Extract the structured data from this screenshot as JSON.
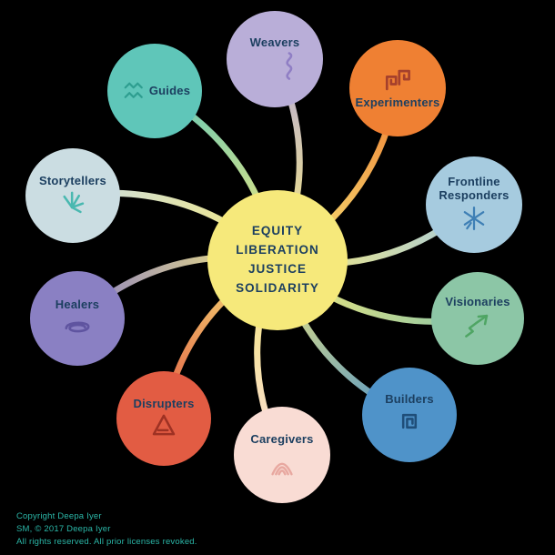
{
  "title": "Social change ecosystem map",
  "colors": {
    "background": "#000000",
    "label": "#1C3F60"
  },
  "center": {
    "lines": [
      "EQUITY",
      "LIBERATION",
      "JUSTICE",
      "SOLIDARITY"
    ],
    "color": "#F6E97B",
    "text_color": "#1C3F60"
  },
  "roles": [
    {
      "label": "Weavers",
      "color": "#B9AED8",
      "icon": "weavers-squiggle-icon",
      "icon_color": "#8F7EC4"
    },
    {
      "label": "Experimenters",
      "color": "#EF8033",
      "icon": "experimenters-maze-icon",
      "icon_color": "#A5402C"
    },
    {
      "label": "Frontline Responders",
      "color": "#A6CBDF",
      "icon": "frontline-burst-icon",
      "icon_color": "#3E7FB5"
    },
    {
      "label": "Visionaries",
      "color": "#8CC6A6",
      "icon": "visionaries-arrow-icon",
      "icon_color": "#4FA564"
    },
    {
      "label": "Builders",
      "color": "#4F93C9",
      "icon": "builders-square-spiral-icon",
      "icon_color": "#1F4E79"
    },
    {
      "label": "Caregivers",
      "color": "#F9DCD4",
      "icon": "caregivers-arcs-icon",
      "icon_color": "#E8A8A0"
    },
    {
      "label": "Disrupters",
      "color": "#E25C43",
      "icon": "disrupters-triangle-icon",
      "icon_color": "#9E3123"
    },
    {
      "label": "Healers",
      "color": "#8A80C3",
      "icon": "healers-spiral-icon",
      "icon_color": "#5F54A0"
    },
    {
      "label": "Storytellers",
      "color": "#CBDDE2",
      "icon": "storytellers-splash-icon",
      "icon_color": "#49B8B0"
    },
    {
      "label": "Guides",
      "color": "#5FC6B9",
      "icon": "guides-zigzag-icon",
      "icon_color": "#2E9E90"
    }
  ],
  "footer": {
    "line1": "Copyright Deepa Iyer",
    "line2": "SM, © 2017 Deepa Iyer",
    "line3": "All rights reserved. All prior licenses revoked.",
    "text_color": "#2BB7A8"
  }
}
